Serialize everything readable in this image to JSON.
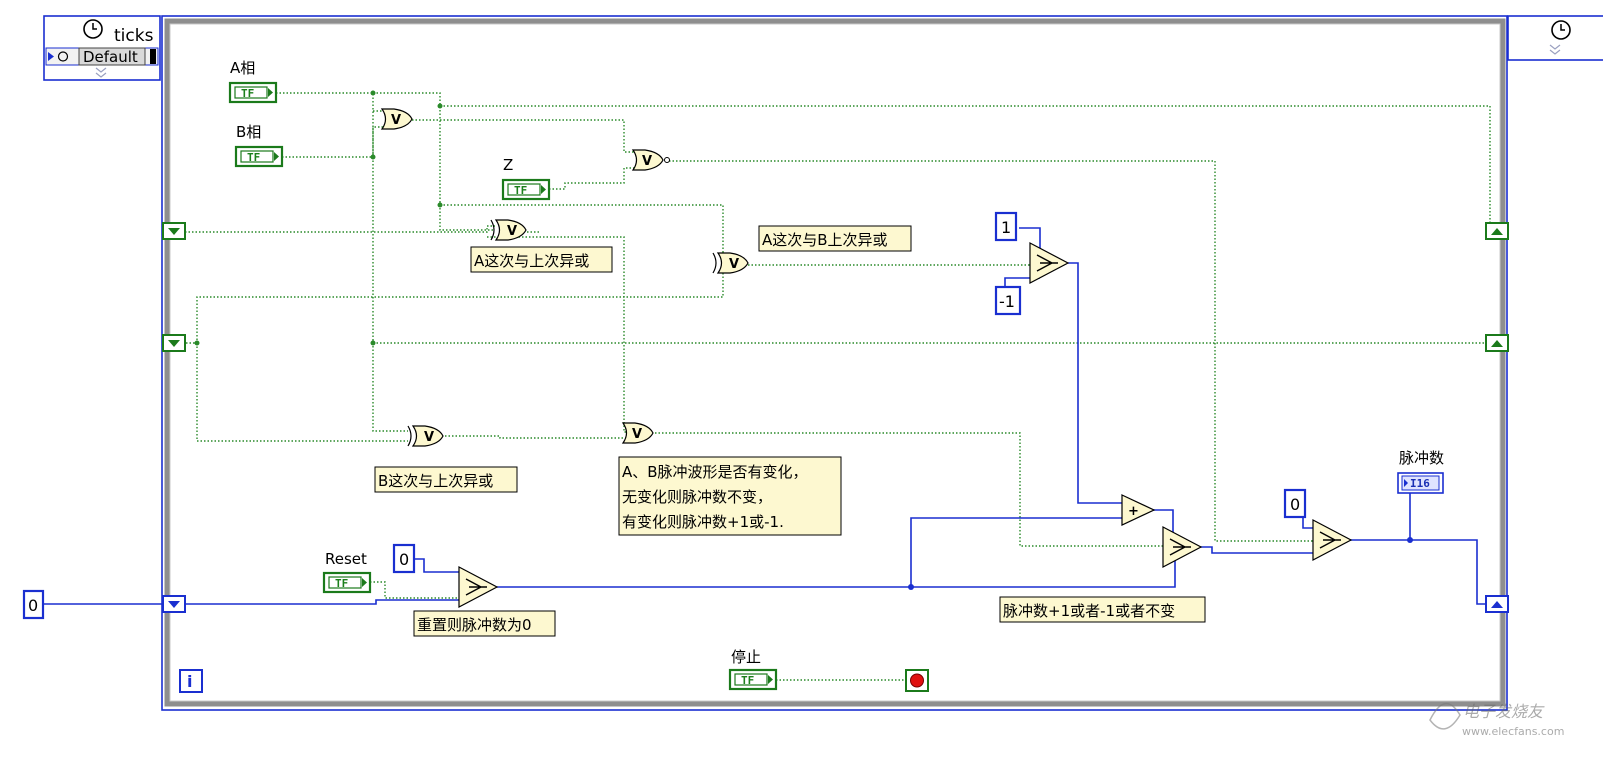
{
  "timing": {
    "ticks_label": "ticks",
    "default_label": "Default"
  },
  "controls": {
    "a_phase": "A相",
    "b_phase": "B相",
    "z": "Z",
    "reset": "Reset",
    "stop": "停止",
    "tf": "TF"
  },
  "constants": {
    "one": "1",
    "neg_one": "-1",
    "zero_reset": "0",
    "zero_right": "0",
    "zero_init": "0"
  },
  "indicator": {
    "label": "脉冲数",
    "type": "I16"
  },
  "loop": {
    "iteration_label": "i"
  },
  "notes": {
    "a_xor": "A这次与上次异或",
    "ab_xor": "A这次与B上次异或",
    "b_xor": "B这次与上次异或",
    "change_line1": "A、B脉冲波形是否有变化，",
    "change_line2": "无变化则脉冲数不变，",
    "change_line3": "有变化则脉冲数+1或-1.",
    "reset_note": "重置则脉冲数为0",
    "count_note": "脉冲数+1或者-1或者不变"
  },
  "watermark": {
    "cn": "电子发烧友",
    "url": "www.elecfans.com"
  },
  "colors": {
    "boolean_wire": "#2a8a2a",
    "integer_wire": "#1a2fd0",
    "loop_border": "#1a2fd0",
    "loop_frame": "#9a9a9a",
    "gate_fill": "#fdf8d0"
  }
}
